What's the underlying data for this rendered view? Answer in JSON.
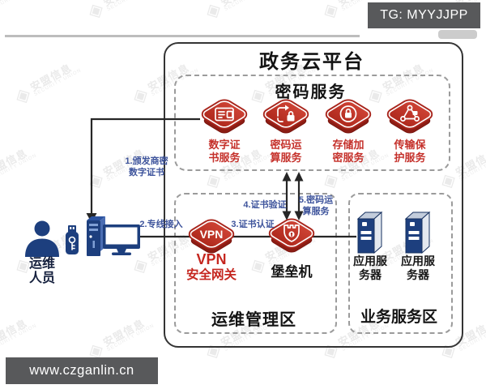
{
  "overlay": {
    "tg_badge": "TG: MYYJJPP",
    "url_badge": "www.czganlin.cn"
  },
  "watermark": {
    "cn": "安盟信息",
    "en": "SECURITY UNION",
    "cube_glyph": "◈"
  },
  "diagram": {
    "title": "政务云平台",
    "crypto": {
      "title": "密码服务",
      "services": [
        {
          "icon": "digital-certificate-icon",
          "l1": "数字证",
          "l2": "书服务"
        },
        {
          "icon": "crypto-compute-icon",
          "l1": "密码运",
          "l2": "算服务"
        },
        {
          "icon": "storage-encryption-icon",
          "l1": "存储加",
          "l2": "密服务"
        },
        {
          "icon": "transmission-protection-icon",
          "l1": "传输保",
          "l2": "护服务"
        }
      ]
    },
    "ops_zone": {
      "title": "运维管理区",
      "vpn": {
        "badge": "VPN",
        "l1": "VPN",
        "l2": "安全网关"
      },
      "bastion": {
        "label": "堡垒机"
      }
    },
    "business_zone": {
      "title": "业务服务区",
      "server1": {
        "l1": "应用服",
        "l2": "务器"
      },
      "server2": {
        "l1": "应用服",
        "l2": "务器"
      }
    },
    "operator": {
      "l1": "运维",
      "l2": "人员"
    },
    "flows": {
      "f1_l1": "1.颁发商密",
      "f1_l2": "数字证书",
      "f2": "2.专线接入",
      "f3": "3.证书认证",
      "f4": "4.证书验证",
      "f5_l1": "5.密码运",
      "f5_l2": "算服务"
    },
    "colors": {
      "diamond_red": "#c23529",
      "label_red": "#c5312b",
      "flow_blue": "#3e549c",
      "device_navy": "#1d3f7e"
    }
  }
}
